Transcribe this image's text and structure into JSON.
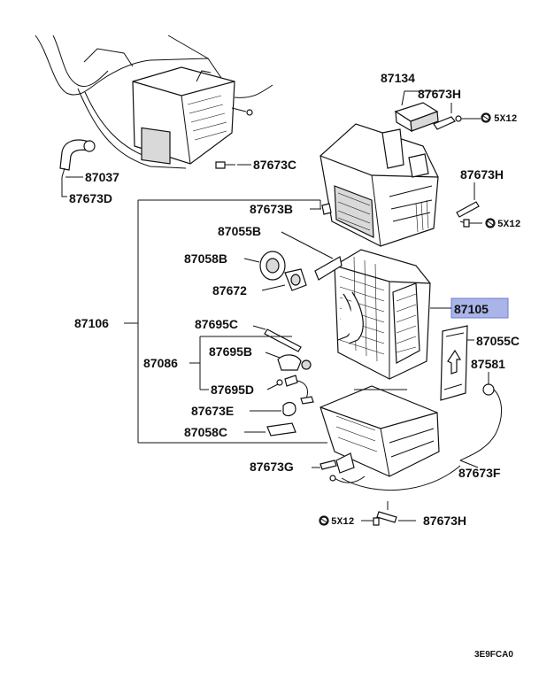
{
  "diagram": {
    "highlight_color": "#a9b4e8",
    "labels": {
      "p87134": "87134",
      "p87673H_top": "87673H",
      "screw_top": "5X12",
      "p87037": "87037",
      "p87673C": "87673C",
      "p87673D": "87673D",
      "p87673H_right": "87673H",
      "p87673B": "87673B",
      "screw_right": "5X12",
      "p87055B": "87055B",
      "p87058B": "87058B",
      "p87672": "87672",
      "p87105": "87105",
      "p87106": "87106",
      "p87695C": "87695C",
      "p87055C": "87055C",
      "p87086": "87086",
      "p87695B": "87695B",
      "p87581": "87581",
      "p87695D": "87695D",
      "p87673E": "87673E",
      "p87058C": "87058C",
      "p87673G": "87673G",
      "p87673F": "87673F",
      "screw_bottom": "5X12",
      "p87673H_bottom": "87673H",
      "footer_code": "3E9FCA0"
    }
  }
}
